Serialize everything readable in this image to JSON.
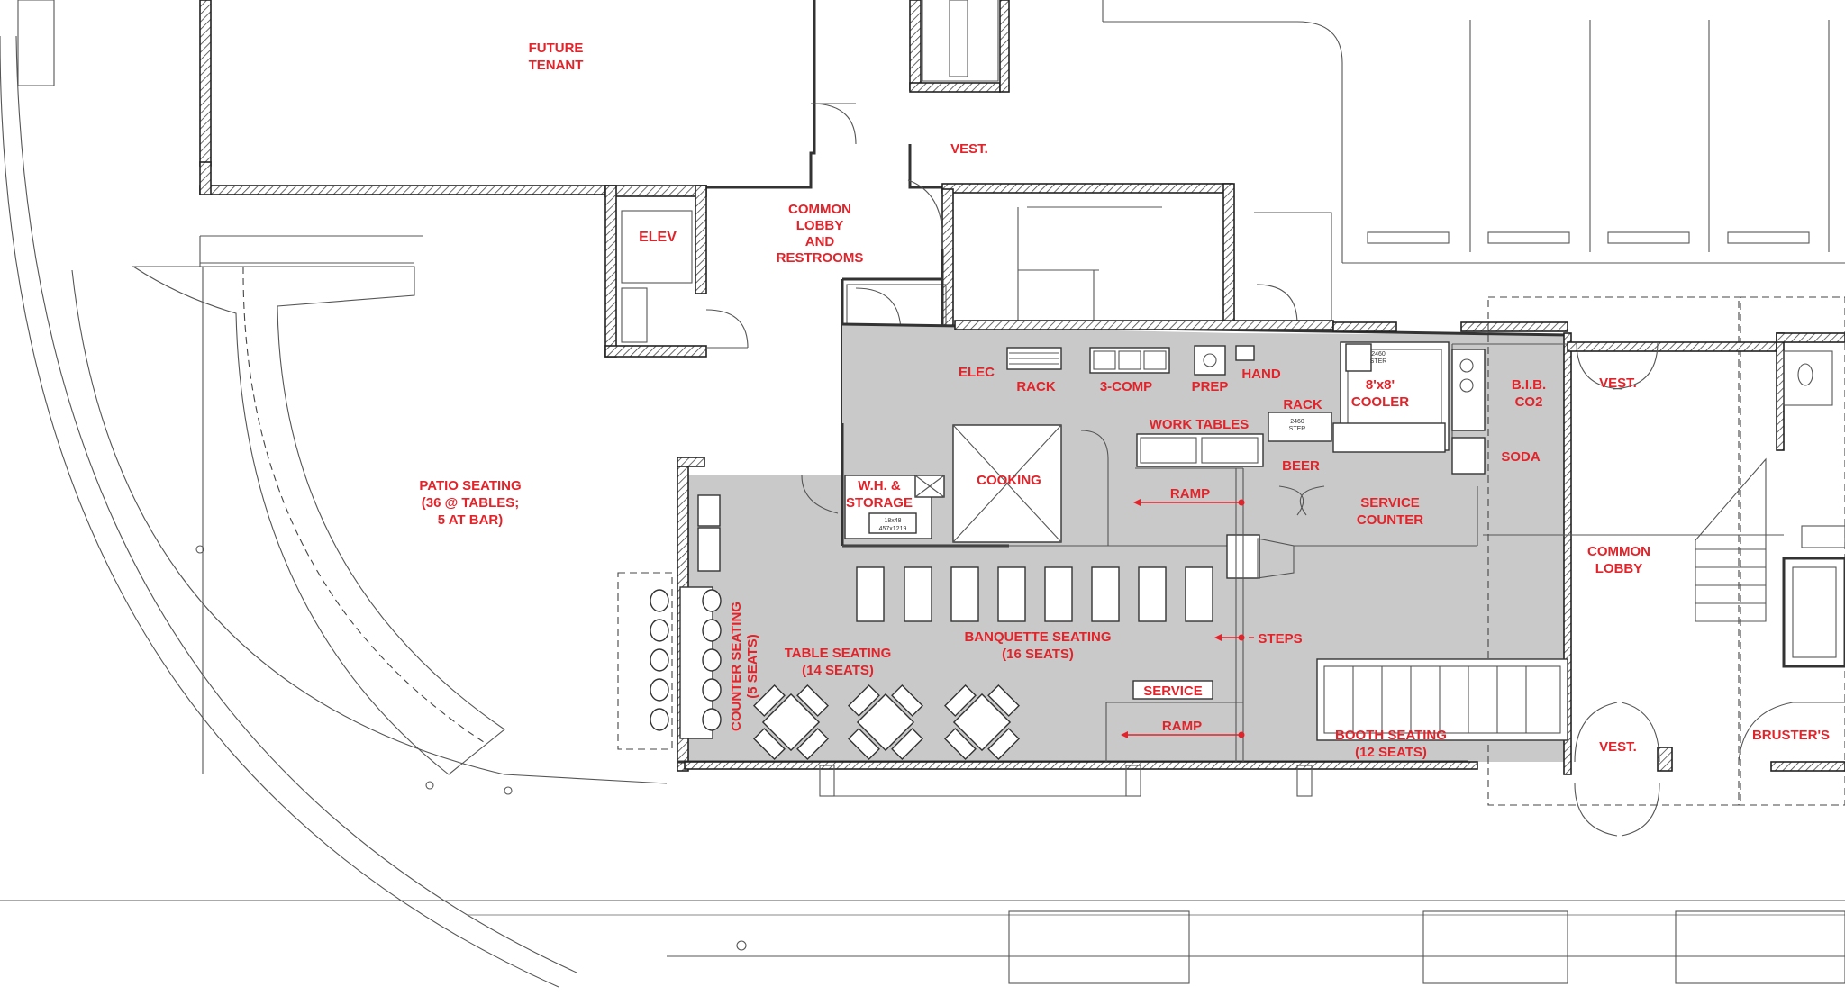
{
  "labels": {
    "future_tenant_1": "FUTURE",
    "future_tenant_2": "TENANT",
    "vest_top": "VEST.",
    "common_lobby_1": "COMMON",
    "common_lobby_2": "LOBBY",
    "common_lobby_3": "AND",
    "common_lobby_4": "RESTROOMS",
    "elev": "ELEV",
    "elec": "ELEC",
    "rack_1": "RACK",
    "three_comp": "3-COMP",
    "prep": "PREP",
    "hand": "HAND",
    "rack_2": "RACK",
    "cooler_1": "8'x8'",
    "cooler_2": "COOLER",
    "bib_1": "B.I.B.",
    "bib_2": "CO2",
    "vest_right": "VEST.",
    "work_tables": "WORK TABLES",
    "beer": "BEER",
    "soda": "SODA",
    "wh_storage_1": "W.H. &",
    "wh_storage_2": "STORAGE",
    "cooking": "COOKING",
    "ramp_top": "RAMP",
    "service_counter_1": "SERVICE",
    "service_counter_2": "COUNTER",
    "common_lobby_right_1": "COMMON",
    "common_lobby_right_2": "LOBBY",
    "patio_1": "PATIO SEATING",
    "patio_2": "(36 @ TABLES;",
    "patio_3": "5 AT BAR)",
    "counter_seating_1": "COUNTER SEATING",
    "counter_seating_2": "(5 SEATS)",
    "table_seating_1": "TABLE SEATING",
    "table_seating_2": "(14 SEATS)",
    "banquette_1": "BANQUETTE SEATING",
    "banquette_2": "(16 SEATS)",
    "steps": "STEPS",
    "service": "SERVICE",
    "ramp_bottom": "RAMP",
    "booth_1": "BOOTH SEATING",
    "booth_2": "(12 SEATS)",
    "vest_bottom": "VEST.",
    "brusters": "BRUSTER'S"
  },
  "equipment_tags": {
    "wh_tag_1": "18x48",
    "wh_tag_2": "457x1219",
    "cooler_shelf": "2460",
    "cooler_shelf_sub": "STER",
    "rack_shelf": "2460",
    "rack_shelf_sub": "STER"
  },
  "colors": {
    "label": "#e2232a",
    "floor": "#c9c9c9",
    "wall": "#333333"
  }
}
